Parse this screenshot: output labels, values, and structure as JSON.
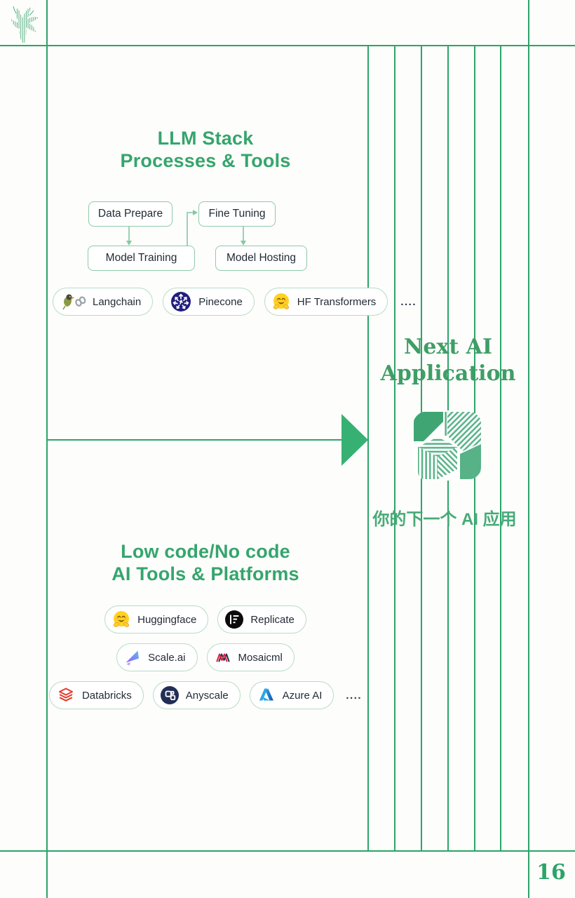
{
  "page": {
    "number": "16",
    "accent_green": "#35a56d",
    "line_green": "#2ca469",
    "arrow_green": "#37b173"
  },
  "llm_section": {
    "title_lines": [
      "LLM Stack",
      "Processes & Tools"
    ],
    "flow_boxes": {
      "data_prepare": "Data Prepare",
      "fine_tuning": "Fine Tuning",
      "model_training": "Model Training",
      "model_hosting": "Model Hosting"
    },
    "tools": [
      {
        "label": "Langchain",
        "icon": "langchain-parrot-chain-icon"
      },
      {
        "label": "Pinecone",
        "icon": "pinecone-arrows-icon"
      },
      {
        "label": "HF Transformers",
        "icon": "hugging-face-icon"
      }
    ],
    "more": "...."
  },
  "next_app": {
    "title_lines": [
      "Next AI",
      "Application"
    ],
    "caption": "你的下一个 AI 应用",
    "logo": "striped-cube-logo"
  },
  "lowcode_section": {
    "title_lines": [
      "Low code/No code",
      "AI Tools & Platforms"
    ],
    "row1": [
      {
        "label": "Huggingface",
        "icon": "hugging-face-icon"
      },
      {
        "label": "Replicate",
        "icon": "replicate-icon"
      }
    ],
    "row2": [
      {
        "label": "Scale.ai",
        "icon": "scale-ai-icon"
      },
      {
        "label": "Mosaicml",
        "icon": "mosaicml-icon"
      }
    ],
    "row3": [
      {
        "label": "Databricks",
        "icon": "databricks-icon"
      },
      {
        "label": "Anyscale",
        "icon": "anyscale-icon"
      },
      {
        "label": "Azure AI",
        "icon": "azure-ai-icon"
      }
    ],
    "more": "...."
  }
}
